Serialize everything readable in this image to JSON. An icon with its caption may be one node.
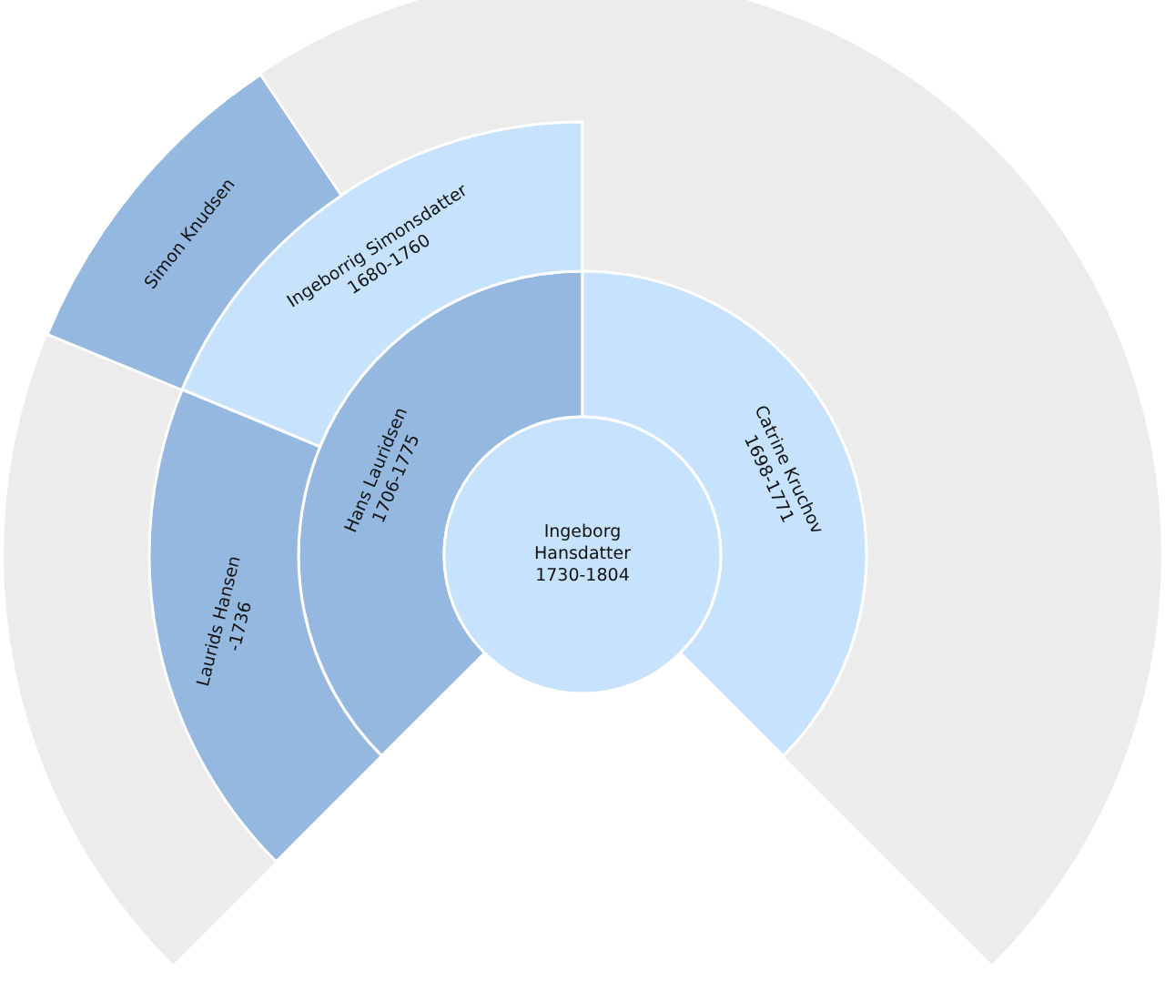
{
  "diagram": {
    "nodes": [
      {
        "text": [
          "Ingeborg Hansdatter",
          "1730-1804"
        ]
      },
      {
        "text": [
          "Hans Lauridsen",
          "1706-1775"
        ]
      },
      {
        "text": [
          "Catrine Kruchov",
          "1698-1771"
        ]
      },
      {
        "text": [
          "Laurids Hansen",
          "-1736"
        ]
      },
      {
        "text": [
          "Ingeborrig Simonsdatter",
          "1680-1760"
        ]
      },
      {
        "text": [
          "Simon Knudsen"
        ]
      }
    ],
    "edges": []
  }
}
